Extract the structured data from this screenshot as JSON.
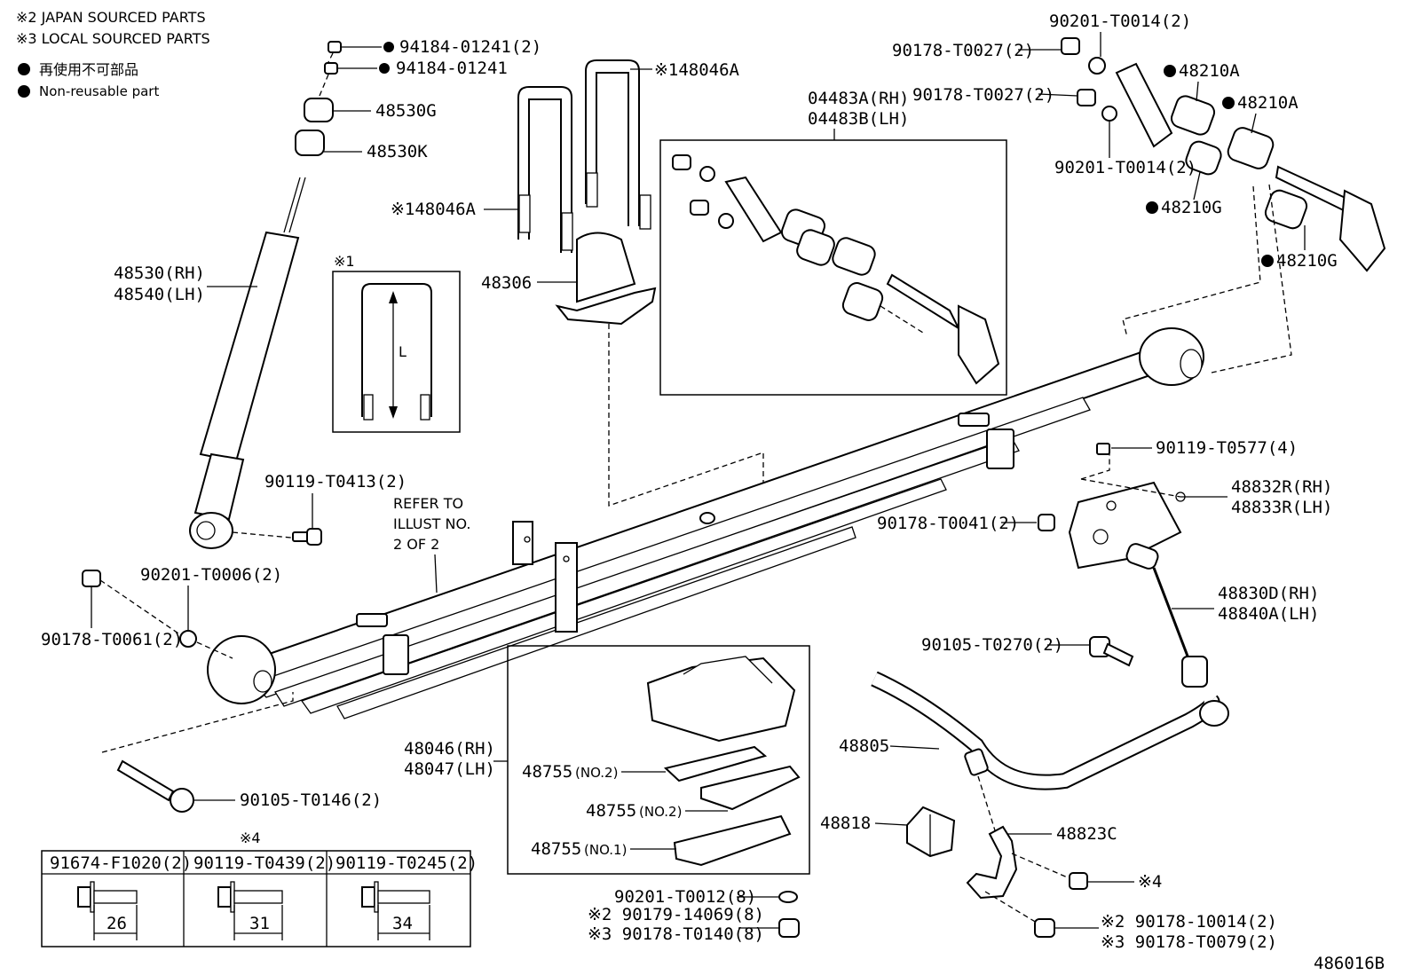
{
  "legend": {
    "japan": "※2 JAPAN SOURCED PARTS",
    "local": "※3 LOCAL SOURCED PARTS",
    "nonreuse_jp": "再使用不可部品",
    "nonreuse_en": "Non-reusable part"
  },
  "labels": {
    "p94184a": "94184-01241(2)",
    "p94184b": "94184-01241",
    "p48530g": "48530G",
    "p48530k": "48530K",
    "p48530rh": "48530(RH)",
    "p48540lh": "48540(LH)",
    "p48046a_top": "※148046A",
    "p48046a_left": "※148046A",
    "p48306": "48306",
    "p04483a": "04483A(RH)",
    "p04483b": "04483B(LH)",
    "p90201_t0014_top": "90201-T0014(2)",
    "p90178_t0027_a": "90178-T0027(2)",
    "p90178_t0027_b": "90178-T0027(2)",
    "p90201_t0014_b": "90201-T0014(2)",
    "p48210a_1": "48210A",
    "p48210a_2": "48210A",
    "p48210g_1": "48210G",
    "p48210g_2": "48210G",
    "inset_ref": "※1",
    "inset_L": "L",
    "p90119_t0413": "90119-T0413(2)",
    "refer1": "REFER TO",
    "refer2": "ILLUST NO.",
    "refer3": "2 OF 2",
    "p90201_t0006": "90201-T0006(2)",
    "p90178_t0061": "90178-T0061(2)",
    "p90105_t0146": "90105-T0146(2)",
    "p90119_t0577": "90119-T0577(4)",
    "p48832r": "48832R(RH)",
    "p48833r": "48833R(LH)",
    "p90178_t0041": "90178-T0041(2)",
    "p48830d": "48830D(RH)",
    "p48840a": "48840A(LH)",
    "p90105_t0270": "90105-T0270(2)",
    "p48805": "48805",
    "p48818": "48818",
    "p48823c": "48823C",
    "star4": "※4",
    "p48046rh": "48046(RH)",
    "p48047lh": "48047(LH)",
    "p48755_1": "48755",
    "p48755_1n": "(NO.2)",
    "p48755_2": "48755",
    "p48755_2n": "(NO.2)",
    "p48755_3": "48755",
    "p48755_3n": "(NO.1)",
    "p90201_t0012": "90201-T0012(8)",
    "p90179_14069": "※2 90179-14069(8)",
    "p90178_t0140": "※3 90178-T0140(8)",
    "p90178_10014": "※2 90178-10014(2)",
    "p90178_t0079": "※3 90178-T0079(2)",
    "figure_code": "486016B"
  },
  "bolt_table": {
    "title": "※4",
    "headers": [
      "91674-F1020(2)",
      "90119-T0439(2)",
      "90119-T0245(2)"
    ],
    "lengths": [
      "26",
      "31",
      "34"
    ]
  }
}
